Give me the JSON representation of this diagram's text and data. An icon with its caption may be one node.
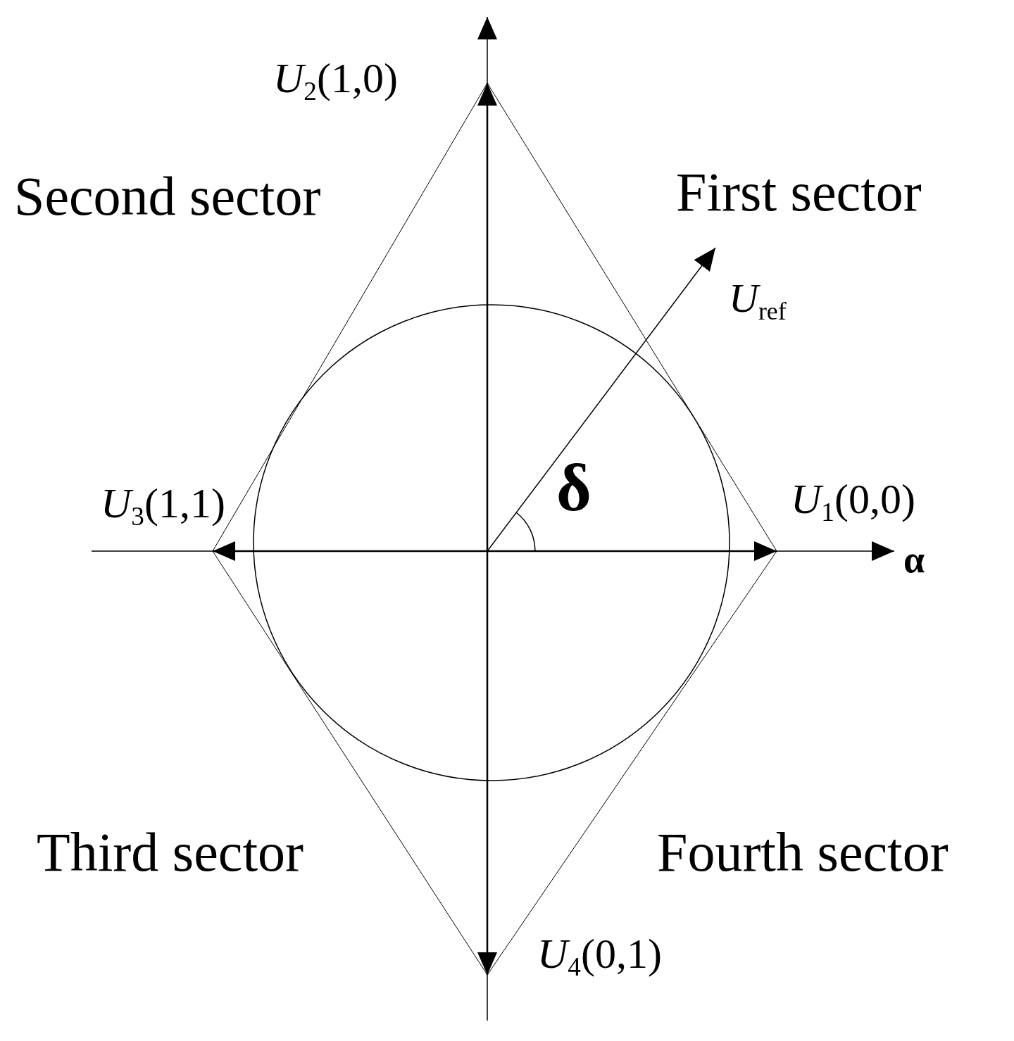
{
  "diagram": {
    "labels": [
      "*U*$_{2}$(1,0)",
      "Second sector",
      "First sector",
      "*U*$_{ref}$",
      "*U*$_{3}$(1,1)",
      "δ",
      "*U*$_{1}$(0,0)",
      "α",
      "Third sector",
      "Fourth sector",
      "*U*$_{4}$(0,1)"
    ]
  }
}
